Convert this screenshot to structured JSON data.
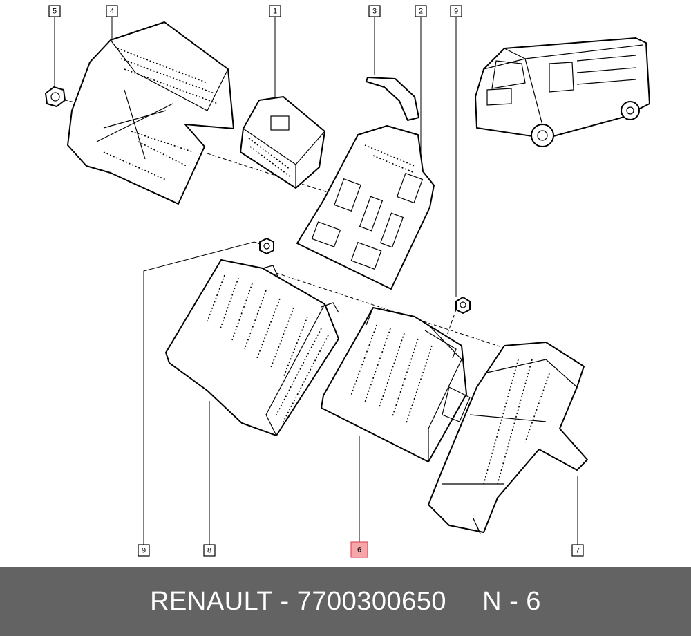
{
  "callouts": [
    {
      "id": "5",
      "label": "5"
    },
    {
      "id": "4",
      "label": "4"
    },
    {
      "id": "1",
      "label": "1"
    },
    {
      "id": "3",
      "label": "3"
    },
    {
      "id": "2",
      "label": "2"
    },
    {
      "id": "9a",
      "label": "9"
    },
    {
      "id": "9b",
      "label": "9"
    },
    {
      "id": "8",
      "label": "8"
    },
    {
      "id": "6",
      "label": "6",
      "highlighted": true
    },
    {
      "id": "7",
      "label": "7"
    }
  ],
  "footer": {
    "brand": "RENAULT",
    "separator": "-",
    "part_number": "7700300650",
    "position_label": "N - 6"
  },
  "colors": {
    "footer_bg": "#636363",
    "highlight_fill": "#f4a6a8",
    "highlight_stroke": "#e05060"
  }
}
